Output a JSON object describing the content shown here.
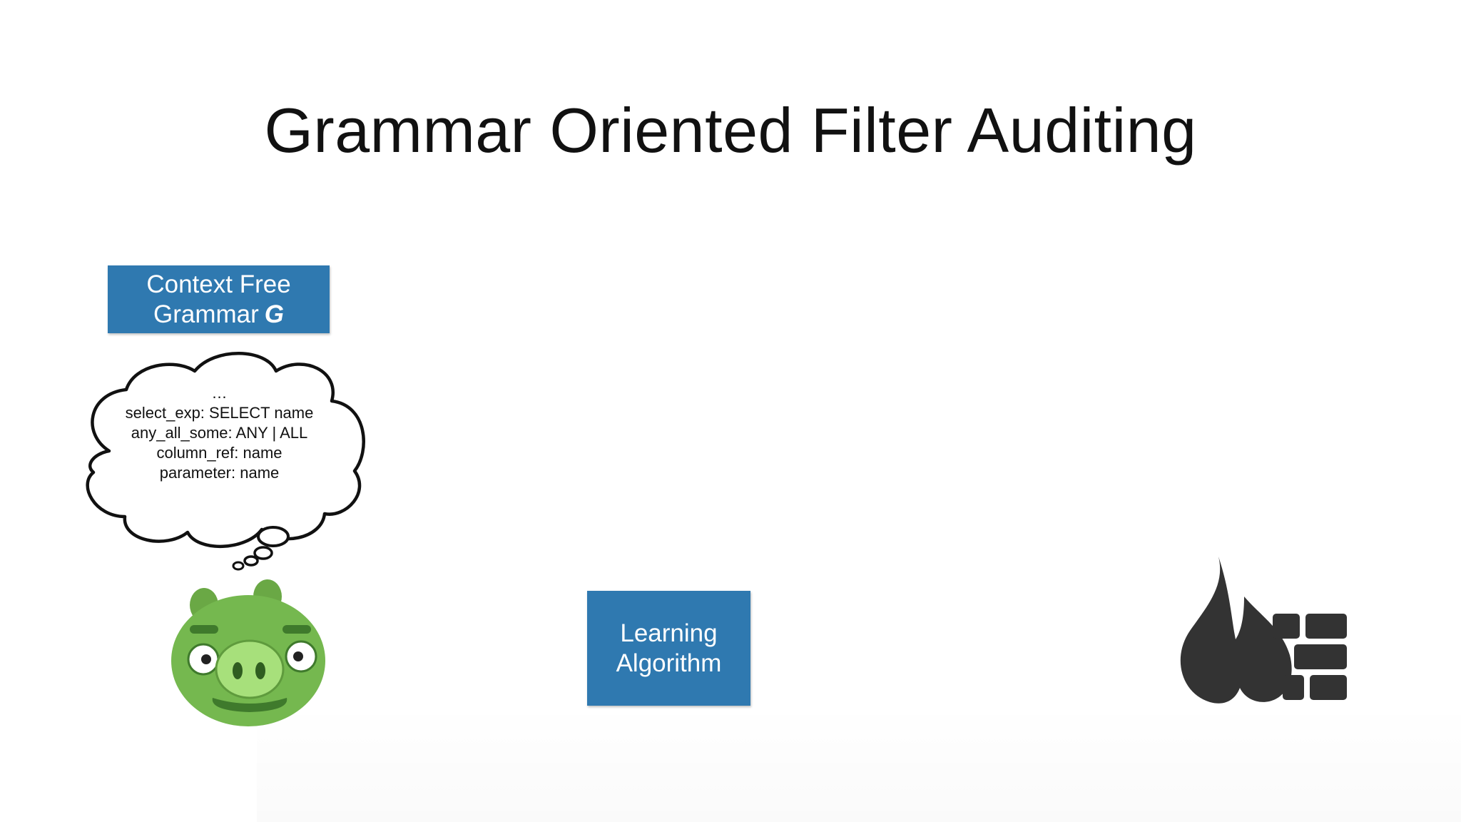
{
  "slide": {
    "title": "Grammar Oriented Filter Auditing"
  },
  "cfg_box": {
    "line1": "Context Free",
    "line2": "Grammar",
    "symbol": "G"
  },
  "thought_bubble": {
    "lines": [
      "…",
      "select_exp: SELECT name",
      "any_all_some: ANY | ALL",
      "column_ref: name",
      "parameter: name"
    ]
  },
  "learning_box": {
    "line1": "Learning",
    "line2": "Algorithm"
  },
  "icons": {
    "attacker": "green-pig-icon",
    "firewall": "firewall-icon"
  },
  "colors": {
    "box_fill": "#2f79b0",
    "pig_green": "#75b84f",
    "firewall": "#333333"
  }
}
